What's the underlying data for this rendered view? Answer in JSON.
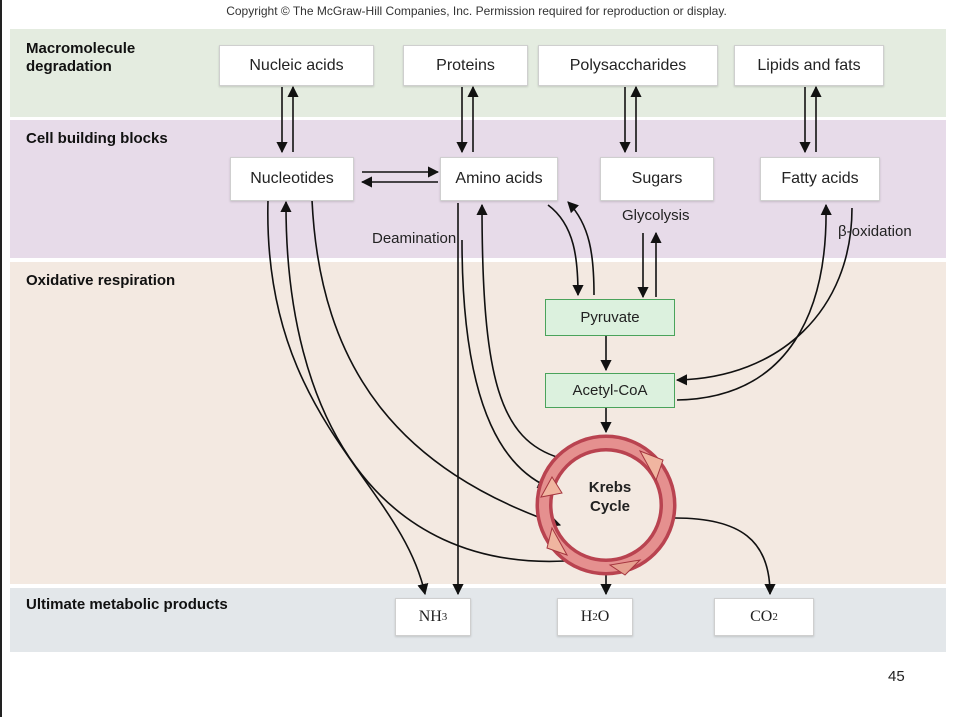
{
  "copyright": "Copyright © The McGraw-Hill Companies, Inc. Permission required for reproduction or display.",
  "bands": {
    "macro": "Macromolecule degradation",
    "building": "Cell building blocks",
    "oxidative": "Oxidative respiration",
    "ultimate": "Ultimate metabolic products"
  },
  "macromolecules": {
    "nucleic": "Nucleic acids",
    "proteins": "Proteins",
    "polysaccharides": "Polysaccharides",
    "lipids": "Lipids and fats"
  },
  "blocks": {
    "nucleotides": "Nucleotides",
    "amino": "Amino acids",
    "sugars": "Sugars",
    "fatty": "Fatty acids"
  },
  "intermediates": {
    "pyruvate": "Pyruvate",
    "acetyl": "Acetyl-CoA"
  },
  "krebs": [
    "Krebs",
    "Cycle"
  ],
  "labels": {
    "deamination": "Deamination",
    "glycolysis": "Glycolysis",
    "beta": "β-oxidation"
  },
  "products": {
    "nh3": {
      "base": "NH",
      "sub": "3"
    },
    "h2o": {
      "pre": "H",
      "sub": "2",
      "post": "O"
    },
    "co2": {
      "pre": "CO",
      "sub": "2"
    }
  },
  "page_number": "45",
  "colors": {
    "band_macro": "#e4ece0",
    "band_building": "#e7dbe9",
    "band_oxidative": "#f3e9e1",
    "band_ultimate": "#e3e7ea",
    "krebs_ring": "#c4414a",
    "intermediate_fill": "#dcf1de",
    "intermediate_border": "#4aa35b"
  }
}
